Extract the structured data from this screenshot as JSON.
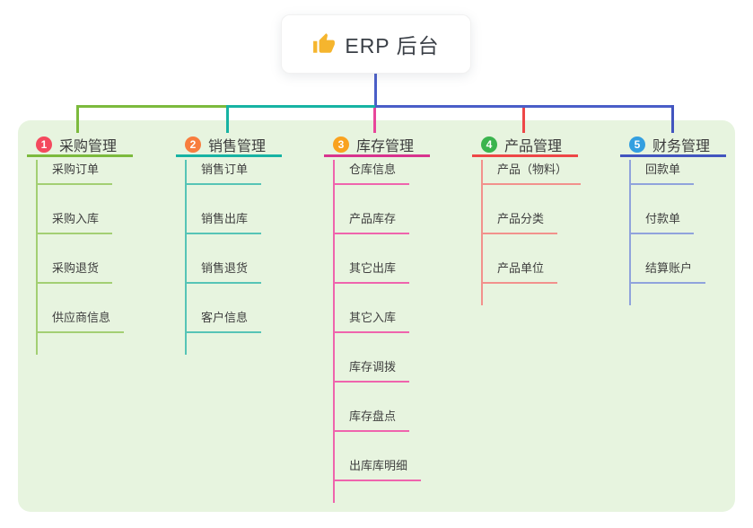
{
  "root": {
    "label": "ERP 后台",
    "icon": "thumbs-up-icon"
  },
  "branches": [
    {
      "badge": "1",
      "label": "采购管理",
      "color": "#7cba3d",
      "child_color": "#a3cf73",
      "badge_color": "#f4495e",
      "children": [
        "采购订单",
        "采购入库",
        "采购退货",
        "供应商信息"
      ]
    },
    {
      "badge": "2",
      "label": "销售管理",
      "color": "#17b3a3",
      "child_color": "#56c4b6",
      "badge_color": "#f87d3e",
      "children": [
        "销售订单",
        "销售出库",
        "销售退货",
        "客户信息"
      ]
    },
    {
      "badge": "3",
      "label": "库存管理",
      "color": "#d8348e",
      "child_color": "#ef64ad",
      "badge_color": "#f9a21f",
      "children": [
        "仓库信息",
        "产品库存",
        "其它出库",
        "其它入库",
        "库存调拨",
        "库存盘点",
        "出库库明细"
      ]
    },
    {
      "badge": "4",
      "label": "产品管理",
      "color": "#ee4747",
      "child_color": "#f2918c",
      "badge_color": "#3bb44e",
      "children": [
        "产品（物料）",
        "产品分类",
        "产品单位"
      ]
    },
    {
      "badge": "5",
      "label": "财务管理",
      "color": "#4255bf",
      "child_color": "#90a3dc",
      "badge_color": "#339fe0",
      "children": [
        "回款单",
        "付款单",
        "结算账户"
      ]
    }
  ],
  "connector_colors": {
    "root_line": "#4a5ec8",
    "branch_1_segment": "#7cba3d",
    "branch_2_segment": "#17b3a3",
    "branch_3_drop": "#e8469b",
    "branch_4_drop": "#ee4747",
    "branch_5_segment": "#4255bf"
  },
  "panel_bg": "#e7f4df"
}
